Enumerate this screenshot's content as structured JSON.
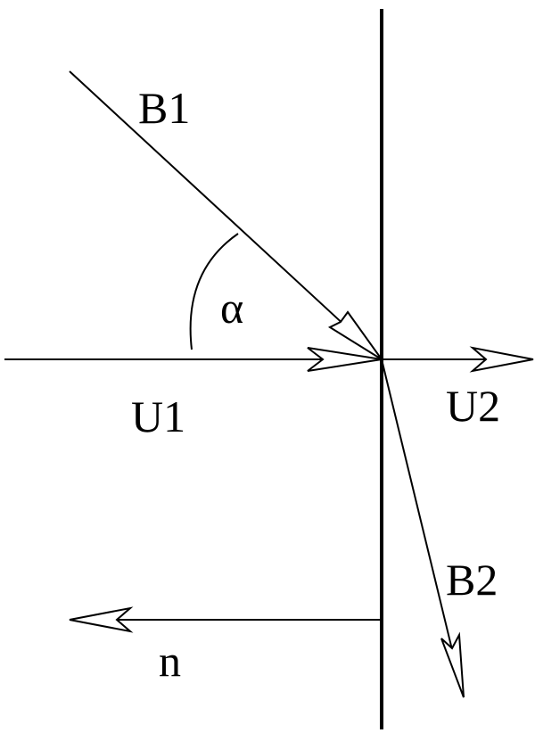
{
  "labels": {
    "b1": "B1",
    "alpha": "α",
    "u1": "U1",
    "u2": "U2",
    "b2": "B2",
    "n": "n"
  },
  "colors": {
    "stroke": "#000000",
    "background": "#ffffff"
  }
}
